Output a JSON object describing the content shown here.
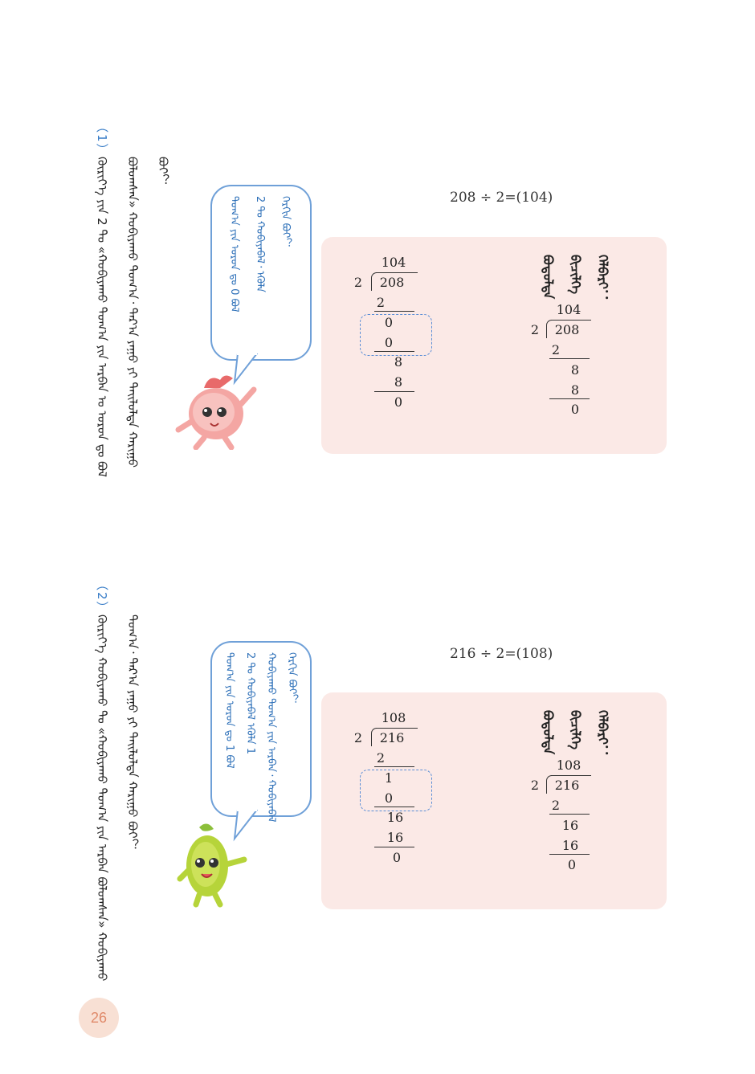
{
  "q1": {
    "number": "（1）",
    "lines": [
      "ᠬᠦᠷᠢᠶ᠎ᠡ ᠶᠢᠨ 2 ᠲᠤ «ᠬᠤᠪᠢᠶᠠᠬᠤ ᠲᠣᠭ᠎ᠠ ᠶᠢᠨ ᠠᠷᠪᠠᠨ ᠤ ᠣᠷᠤᠨ ᠳᠤ ᠪᠤᠯ",
      "ᠪᠤᠯᠤᠭᠰᠠᠨ» ᠬᠤᠪᠢᠶᠠᠬᠤ ᠲᠣᠭ᠎ᠠ᠂ ᠲᠠᠷ᠎ᠠ ᠶᠠᠭᠤ ᠶᠢ ᠲᠡᠢᠯᠦᠯᠲᠡ ᠬᠠᠷᠢᠭᠤ",
      "ᠪᠤᠢ？"
    ],
    "equation": "208 ÷ 2=(104)",
    "bubble": [
      "ᠬᠡᠷᠬᠢᠨ ᠪᠤᠢ？",
      "2 ᠲᠤ ᠬᠤᠪᠢᠶᠠᠪᠠᠯ᠂ ᠡᠬᠦᠯᠡ",
      "ᠲᠣᠭ᠎ᠠ ᠶᠢᠨ ᠣᠷᠤᠨ ᠳᠤ 0 ᠪᠣᠯ"
    ],
    "label": [
      "ᠪᠣᠳᠣᠯᠲᠠ",
      "ᠪᠢᠴᠢᠯᠭᠡ",
      "ᠬᠡᠯᠪᠡᠷᠢ："
    ],
    "left": {
      "quotient": "104",
      "divisor": "2",
      "dividend": "208",
      "steps": [
        "2",
        "0",
        "0",
        "8",
        "8",
        "0"
      ]
    },
    "right": {
      "quotient": "104",
      "divisor": "2",
      "dividend": "208",
      "steps": [
        "2",
        "8",
        "8",
        "0"
      ]
    }
  },
  "q2": {
    "number": "（2）",
    "lines": [
      "ᠬᠦᠷᠢᠶ᠎ᠡ ᠬᠤᠪᠢᠶᠠᠬᠤ ᠲᠤ «ᠬᠤᠪᠢᠶᠠᠬᠤ ᠲᠣᠭ᠎ᠠ ᠶᠢᠨ ᠠᠷᠪᠠᠨ ᠪᠤᠯᠤᠭᠰᠠᠨ» ᠬᠤᠪᠢᠶᠠᠬᠤ",
      "ᠲᠣᠭ᠎ᠠ᠂ ᠲᠠᠷ᠎ᠠ ᠶᠠᠭᠤ ᠶᠢ ᠲᠡᠢᠯᠦᠯᠲᠡ ᠬᠠᠷᠢᠭᠤ ᠪᠤᠢ？"
    ],
    "equation": "216 ÷ 2=(108)",
    "bubble": [
      "ᠬᠡᠷᠬᠢᠨ ᠪᠤᠢ？",
      "ᠬᠤᠪᠢᠶᠠᠬᠤ ᠲᠣᠭ᠎ᠠ ᠶᠢᠨ ᠠᠷᠪᠠᠨ᠂ ᠬᠤᠪᠢᠶᠠᠪᠠᠯ",
      "2 ᠲᠤ ᠬᠤᠪᠢᠶᠠᠪᠠᠯ ᠡᠬᠦᠯᠡ 1",
      "ᠲᠣᠭ᠎ᠠ ᠶᠢᠨ ᠣᠷᠤᠨ ᠳᠤ 1 ᠪᠣᠯ"
    ],
    "label": [
      "ᠪᠣᠳᠣᠯᠲᠠ",
      "ᠪᠢᠴᠢᠯᠭᠡ",
      "ᠬᠡᠯᠪᠡᠷᠢ："
    ],
    "left": {
      "quotient": "108",
      "divisor": "2",
      "dividend": "216",
      "steps": [
        "2",
        "1",
        "0",
        "16",
        "16",
        "0"
      ]
    },
    "right": {
      "quotient": "108",
      "divisor": "2",
      "dividend": "216",
      "steps": [
        "2",
        "16",
        "16",
        "0"
      ]
    }
  },
  "page_number": "26"
}
